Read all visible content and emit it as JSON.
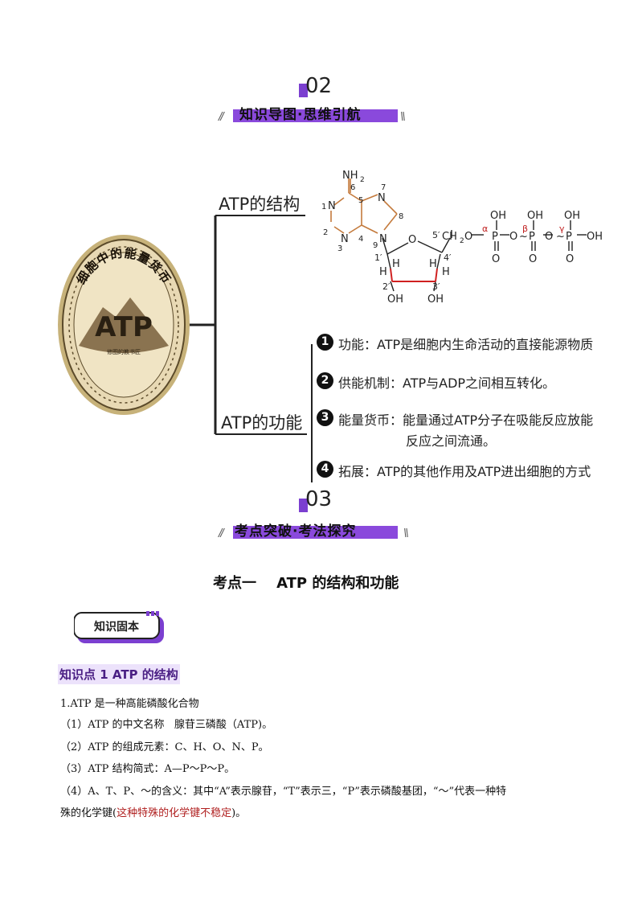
{
  "section02": {
    "number": "02",
    "title": "知识导图·思维引航"
  },
  "section03": {
    "number": "03",
    "title": "考点突破·考法探究"
  },
  "coin": {
    "arc_text": "细胞中的能量货币",
    "center_text": "ATP",
    "small_text": "修图的教书匠"
  },
  "mindmap": {
    "branch_structure": "ATP的结构",
    "branch_function": "ATP的功能",
    "items": [
      {
        "num": "1",
        "text": "功能：ATP是细胞内生命活动的直接能源物质"
      },
      {
        "num": "2",
        "text": "供能机制：ATP与ADP之间相互转化。"
      },
      {
        "num": "3",
        "text": "能量货币：能量通过ATP分子在吸能反应放能",
        "text2": "反应之间流通。"
      },
      {
        "num": "4",
        "text": "拓展：ATP的其他作用及ATP进出细胞的方式"
      }
    ]
  },
  "molecule": {
    "nh2": "NH",
    "nh2_sub": "2",
    "n1": "N",
    "n1_num": "1",
    "n3": "N",
    "n7": "N",
    "n9": "N",
    "c2": "2",
    "c3": "3",
    "c4": "4",
    "c5": "5",
    "c6": "6",
    "c7": "7",
    "c8": "8",
    "c9": "9",
    "o_ring": "O",
    "ch2": "CH",
    "ch2_sub": "2",
    "c5p": "5′",
    "c1p": "1′",
    "c2p": "2′",
    "c3p": "3′",
    "c4p": "4′",
    "h": "H",
    "oh": "OH",
    "p": "P",
    "o": "O",
    "alpha": "α",
    "beta": "β",
    "gamma": "γ"
  },
  "topic": {
    "title": "考点一    ATP 的结构和功能"
  },
  "badge": {
    "label": "知识固本"
  },
  "knowledge_point": {
    "title": "知识点 1 ATP 的结构"
  },
  "body": {
    "line1": "1.ATP 是一种高能磷酸化合物",
    "line2": "（1）ATP 的中文名称   腺苷三磷酸（ATP)。",
    "line3": "（2）ATP 的组成元素：C、H、O、N、P。",
    "line4": "（3）ATP 结构简式：A—P～P～P。",
    "line5": "（4）A、T、P、～的含义：其中“A”表示腺苷，“T”表示三，“P”表示磷酸基团，“～”代表一种特",
    "line6_a": "殊的化学键(",
    "line6_red": "这种特殊的化学键不稳定",
    "line6_b": ")。"
  }
}
